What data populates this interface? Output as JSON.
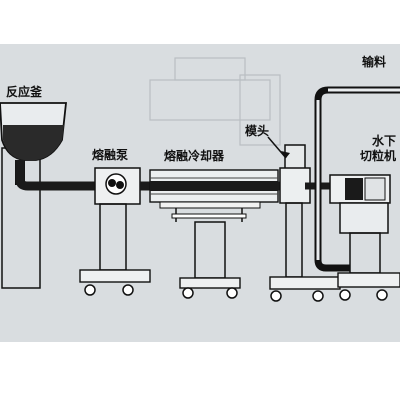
{
  "labels": {
    "reactor": "反应釜",
    "melt_pump": "熔融泵",
    "melt_cooler": "熔融冷却器",
    "die_head": "模头",
    "underwater_1": "水下",
    "underwater_2": "切粒机",
    "conveying": "输料"
  },
  "colors": {
    "background": "#ffffff",
    "paper": "#d9dde0",
    "ink": "#111111",
    "melt": "#1a1a1a"
  }
}
